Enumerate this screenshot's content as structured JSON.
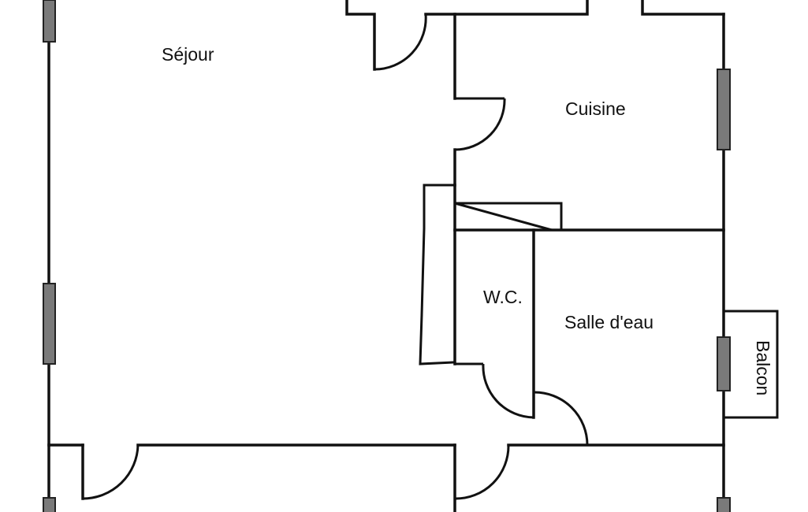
{
  "plan": {
    "rooms": {
      "sejour": "Séjour",
      "cuisine": "Cuisine",
      "wc": "W.C.",
      "salle_deau": "Salle d'eau",
      "balcon": "Balcon"
    }
  },
  "colors": {
    "wall": "#111111",
    "window": "#7a7a7a",
    "background": "#ffffff"
  }
}
